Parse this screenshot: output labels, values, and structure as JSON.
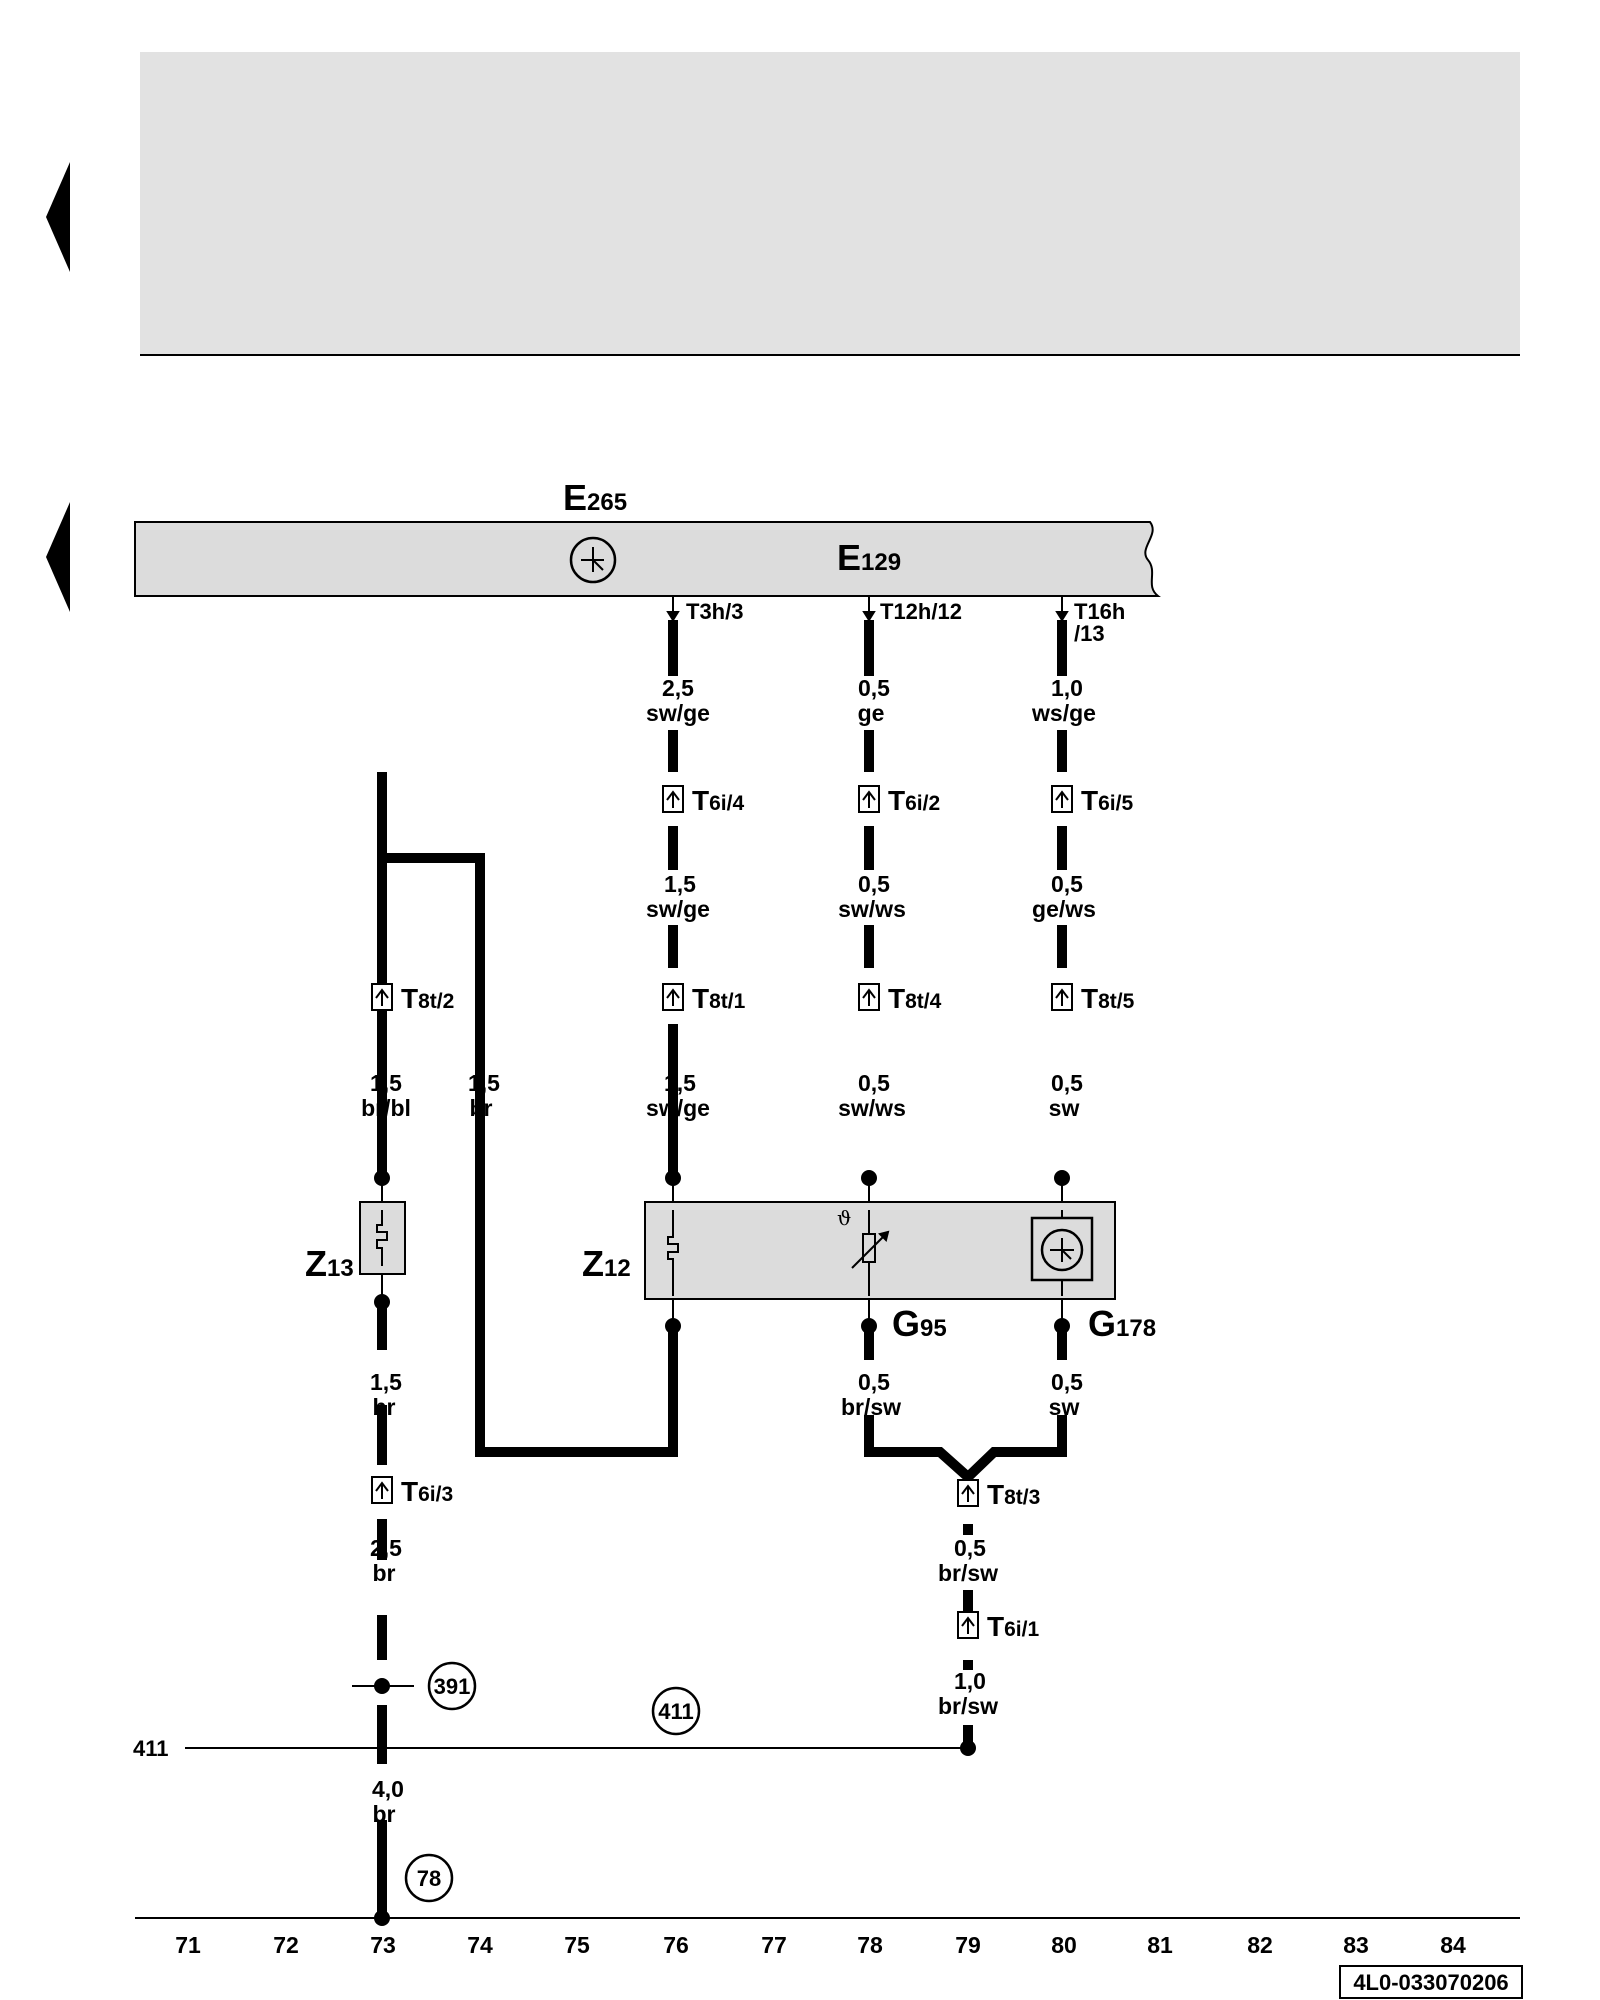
{
  "components": {
    "e265": {
      "main": "E",
      "sub": "265"
    },
    "e129": {
      "main": "E",
      "sub": "129"
    },
    "z13": {
      "main": "Z",
      "sub": "13"
    },
    "z12": {
      "main": "Z",
      "sub": "12"
    },
    "g95": {
      "main": "G",
      "sub": "95"
    },
    "g178": {
      "main": "G",
      "sub": "178"
    }
  },
  "top_connectors": {
    "t3h": "T3h/3",
    "t12h": "T12h/12",
    "t16h_1": "T16h",
    "t16h_2": "/13"
  },
  "connectors": {
    "t6i4": {
      "main": "T",
      "sub": "6i/4"
    },
    "t6i2": {
      "main": "T",
      "sub": "6i/2"
    },
    "t6i5": {
      "main": "T",
      "sub": "6i/5"
    },
    "t8t2": {
      "main": "T",
      "sub": "8t/2"
    },
    "t8t1": {
      "main": "T",
      "sub": "8t/1"
    },
    "t8t4": {
      "main": "T",
      "sub": "8t/4"
    },
    "t8t5": {
      "main": "T",
      "sub": "8t/5"
    },
    "t6i3": {
      "main": "T",
      "sub": "6i/3"
    },
    "t8t3": {
      "main": "T",
      "sub": "8t/3"
    },
    "t6i1": {
      "main": "T",
      "sub": "6i/1"
    }
  },
  "wires": {
    "c76_top": {
      "gauge": "2,5",
      "color": "sw/ge"
    },
    "c78_top": {
      "gauge": "0,5",
      "color": "ge"
    },
    "c80_top": {
      "gauge": "1,0",
      "color": "ws/ge"
    },
    "c76_mid": {
      "gauge": "1,5",
      "color": "sw/ge"
    },
    "c78_mid": {
      "gauge": "0,5",
      "color": "sw/ws"
    },
    "c80_mid": {
      "gauge": "0,5",
      "color": "ge/ws"
    },
    "c73_low": {
      "gauge": "1,5",
      "color": "br/bl"
    },
    "c74_low": {
      "gauge": "1,5",
      "color": "br"
    },
    "c76_low": {
      "gauge": "1,5",
      "color": "sw/ge"
    },
    "c78_low": {
      "gauge": "0,5",
      "color": "sw/ws"
    },
    "c80_low": {
      "gauge": "0,5",
      "color": "sw"
    },
    "c73_a": {
      "gauge": "1,5",
      "color": "br"
    },
    "c78_bot": {
      "gauge": "0,5",
      "color": "br/sw"
    },
    "c80_bot": {
      "gauge": "0,5",
      "color": "sw"
    },
    "c73_b": {
      "gauge": "2,5",
      "color": "br"
    },
    "c79_a": {
      "gauge": "0,5",
      "color": "br/sw"
    },
    "c79_b": {
      "gauge": "1,0",
      "color": "br/sw"
    },
    "c73_c": {
      "gauge": "4,0",
      "color": "br"
    }
  },
  "references": {
    "r391": "391",
    "r411": "411",
    "r78": "78",
    "left_411": "411"
  },
  "columns": [
    "71",
    "72",
    "73",
    "74",
    "75",
    "76",
    "77",
    "78",
    "79",
    "80",
    "81",
    "82",
    "83",
    "84"
  ],
  "doc_code": "4L0-033070206",
  "colors": {
    "panel": "#e2e2e2",
    "line": "#000000",
    "box": "#dcdcdc"
  }
}
